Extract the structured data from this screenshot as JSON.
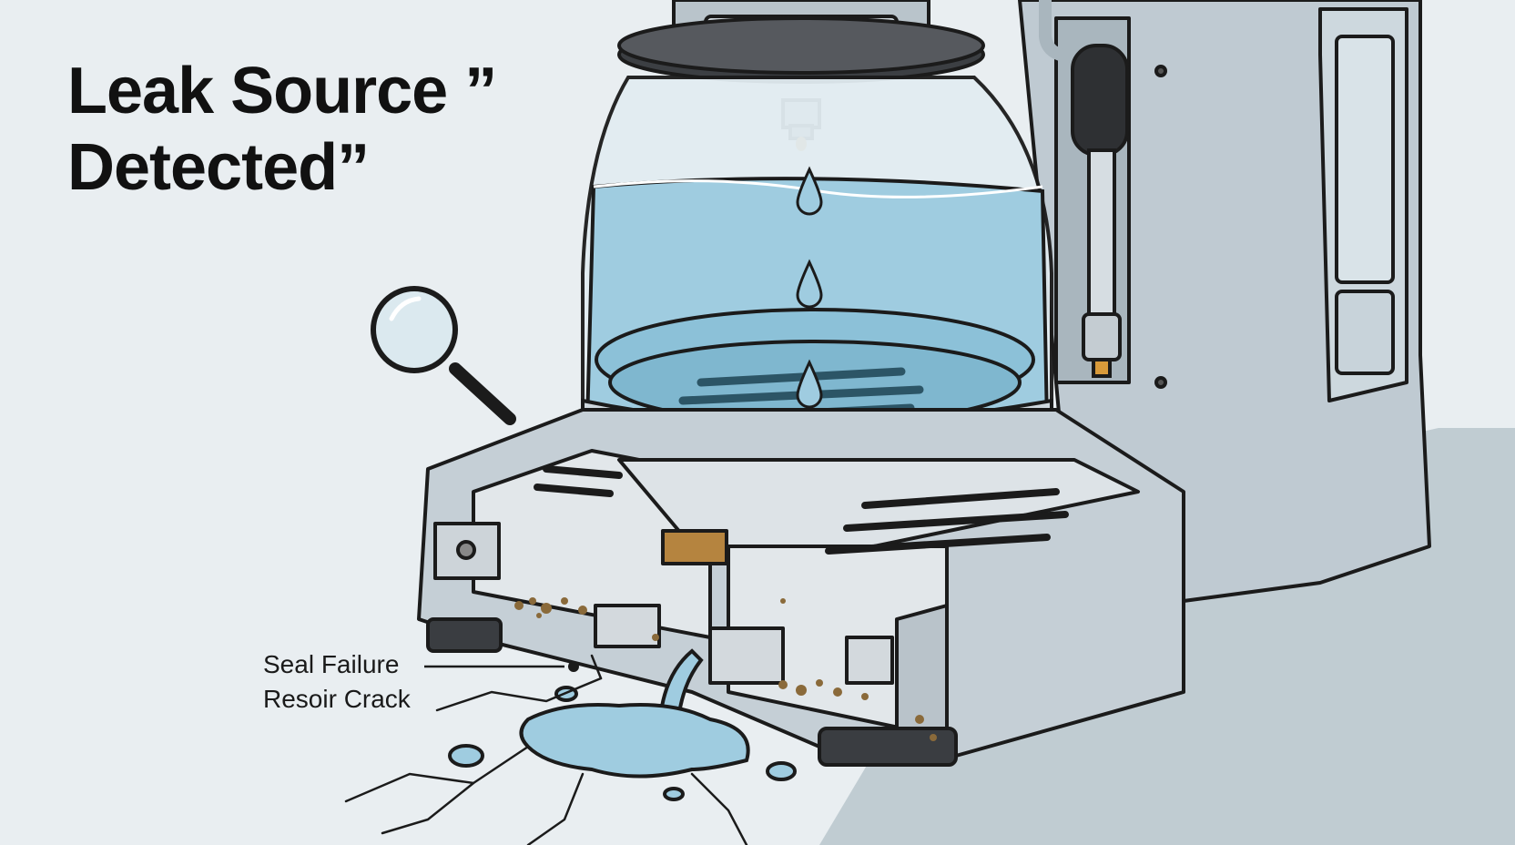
{
  "headline": {
    "line1": "Leak Source ”",
    "line2": "Detected”"
  },
  "callouts": {
    "seal_failure": "Seal Failure",
    "reservoir_crack": "Resoir Crack"
  },
  "icons": {
    "magnifier": "magnifying-glass-icon",
    "droplets": "water-drop-icon"
  },
  "colors": {
    "background": "#e9eef1",
    "water": "#9fcce0",
    "machine_body": "#c2ccd3",
    "outline": "#1b1b1b",
    "residue": "#8a6a3a",
    "shadow": "#b9c5cd"
  }
}
